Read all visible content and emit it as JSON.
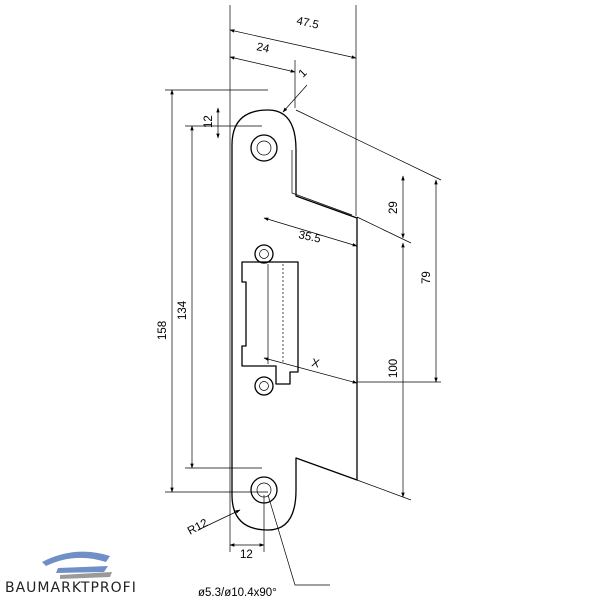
{
  "drawing": {
    "dimensions": {
      "overall_width": "47.5",
      "offset_24": "24",
      "step_1": "1",
      "top_12": "12",
      "height_158": "158",
      "height_134": "134",
      "gap_29": "29",
      "height_79": "79",
      "height_100": "100",
      "opening_35_5": "35.5",
      "x_label": "X",
      "radius": "R12",
      "bottom_12": "12",
      "hole_spec": "ø5.3/ø10.4x90°"
    }
  },
  "brand": {
    "name": "BAUMARKTPROFI",
    "colors": {
      "logo_blue": "#6f8fc6",
      "logo_grey": "#9a9a9a",
      "text": "#222222"
    }
  }
}
